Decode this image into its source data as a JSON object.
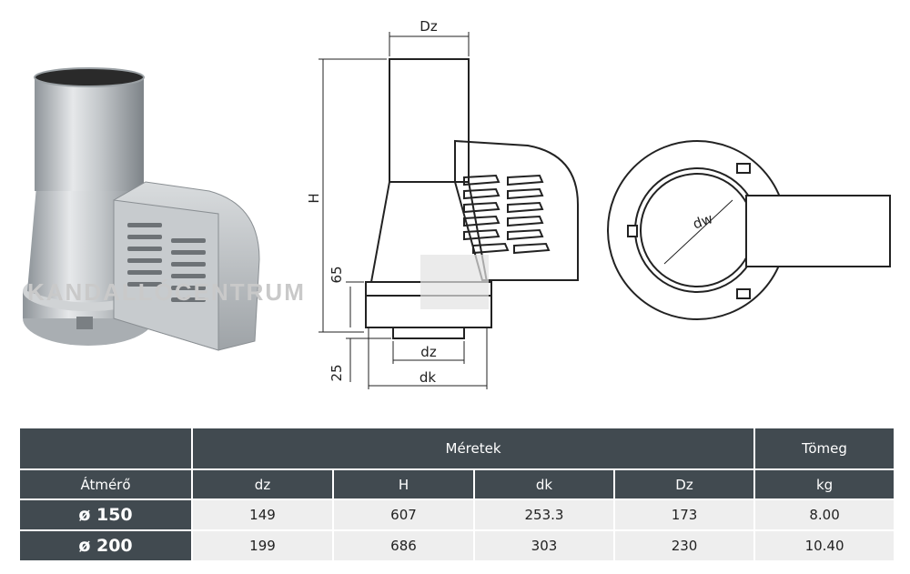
{
  "drawing": {
    "dim_Dz": "Dz",
    "dim_H": "H",
    "dim_65": "65",
    "dim_25": "25",
    "dim_dz": "dz",
    "dim_dk": "dk",
    "dim_dw": "dw",
    "watermark": "KANDALLÓCENTRUM"
  },
  "table": {
    "group_header": "Méretek",
    "weight_header": "Tömeg",
    "columns": [
      "Átmérő",
      "dz",
      "H",
      "dk",
      "Dz",
      "kg"
    ],
    "rows": [
      {
        "label": "ø 150",
        "dz": "149",
        "H": "607",
        "dk": "253.3",
        "Dz": "173",
        "kg": "8.00"
      },
      {
        "label": "ø 200",
        "dz": "199",
        "H": "686",
        "dk": "303",
        "Dz": "230",
        "kg": "10.40"
      }
    ]
  },
  "colors": {
    "header_bg": "#414a50",
    "row_bg": "#eeeeee",
    "metal": "#b8bcbf"
  }
}
